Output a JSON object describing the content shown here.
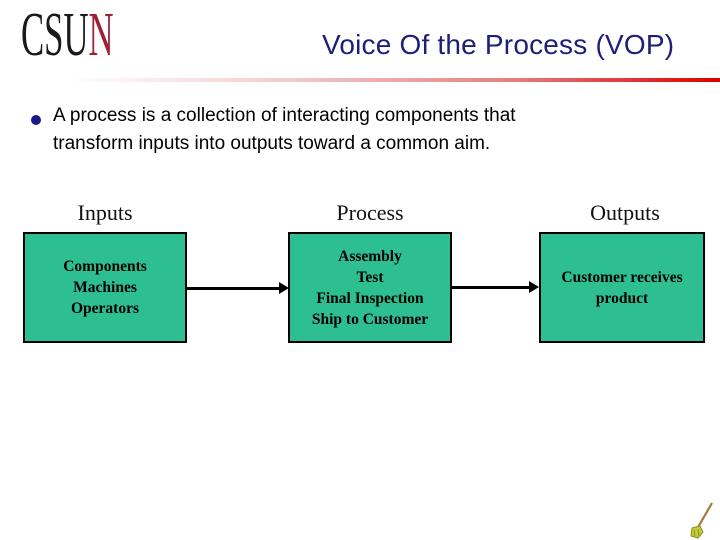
{
  "header": {
    "logo": {
      "text_black": "CSU",
      "text_red": "N"
    },
    "title": "Voice Of the Process (VOP)"
  },
  "bullet": {
    "text": "A process is a collection of interacting components that\ntransform inputs into outputs toward a common aim."
  },
  "diagram": {
    "columns": [
      {
        "label": "Inputs",
        "lines": [
          "Components",
          "Machines",
          "Operators"
        ]
      },
      {
        "label": "Process",
        "lines": [
          "Assembly",
          "Test",
          "Final Inspection",
          "Ship to Customer"
        ]
      },
      {
        "label": "Outputs",
        "lines": [
          "Customer receives product"
        ]
      }
    ],
    "arrows": [
      "inputs-to-process",
      "process-to-outputs"
    ]
  },
  "colors": {
    "title_navy": "#1E1E7B",
    "logo_black": "#1A1A1A",
    "logo_red": "#9D2235",
    "divider_red": "#DB0000",
    "bullet_dot_navy": "#1A1A8C",
    "box_fill_teal": "#2DBE91",
    "box_border": "#000000"
  }
}
